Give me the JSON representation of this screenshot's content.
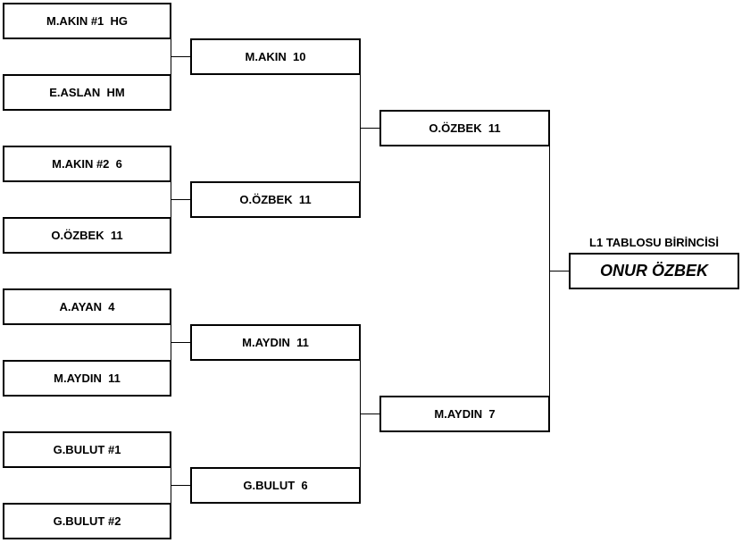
{
  "round1": [
    "M.AKIN #1  HG",
    "E.ASLAN  HM",
    "M.AKIN #2  6",
    "O.ÖZBEK  11",
    "A.AYAN  4",
    "M.AYDIN  11",
    "G.BULUT #1",
    "G.BULUT #2"
  ],
  "round2": [
    "M.AKIN  10",
    "O.ÖZBEK  11",
    "M.AYDIN  11",
    "G.BULUT  6"
  ],
  "round3": [
    "O.ÖZBEK  11",
    "M.AYDIN  7"
  ],
  "winner": {
    "title": "L1 TABLOSU BİRİNCİSİ",
    "name": "ONUR ÖZBEK"
  }
}
